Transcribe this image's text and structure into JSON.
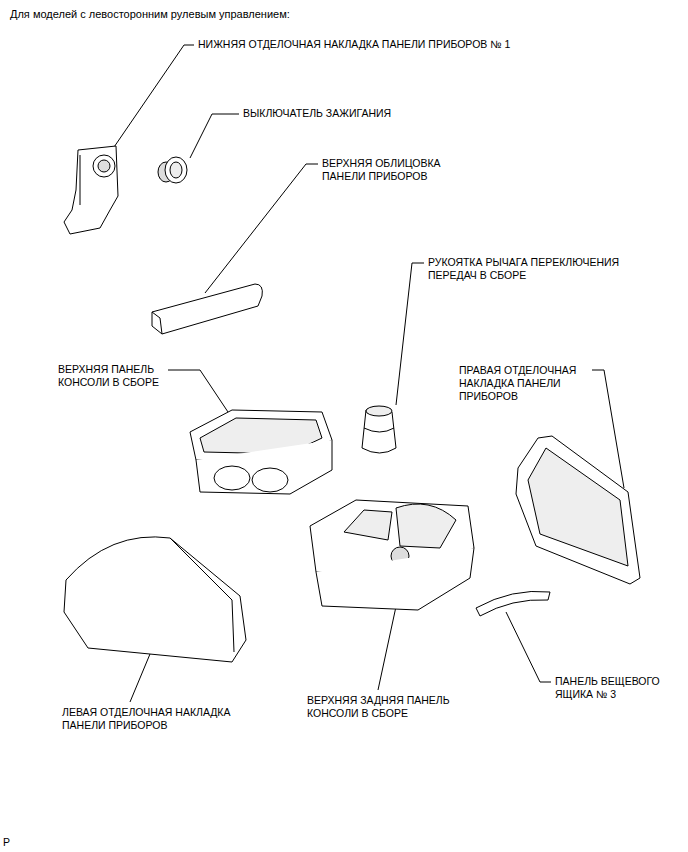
{
  "diagram": {
    "title": "Для моделей с левосторонним рулевым управлением:",
    "labels": [
      "НИЖНЯЯ ОТДЕЛОЧНАЯ НАКЛАДКА ПАНЕЛИ ПРИБОРОВ № 1",
      "ВЫКЛЮЧАТЕЛЬ ЗАЖИГАНИЯ",
      "ВЕРХНЯЯ ОБЛИЦОВКА ПАНЕЛИ ПРИБОРОВ",
      "РУКОЯТКА РЫЧАГА ПЕРЕКЛЮЧЕНИЯ ПЕРЕДАЧ В СБОРЕ",
      "ВЕРХНЯЯ ПАНЕЛЬ КОНСОЛИ В СБОРЕ",
      "ПРАВАЯ ОТДЕЛОЧНАЯ НАКЛАДКА ПАНЕЛИ ПРИБОРОВ",
      "ЛЕВАЯ ОТДЕЛОЧНАЯ НАКЛАДКА ПАНЕЛИ ПРИБОРОВ",
      "ВЕРХНЯЯ ЗАДНЯЯ ПАНЕЛЬ КОНСОЛИ В СБОРЕ",
      "ПАНЕЛЬ ВЕЩЕВОГО ЯЩИКА № 3",
      "P"
    ]
  }
}
